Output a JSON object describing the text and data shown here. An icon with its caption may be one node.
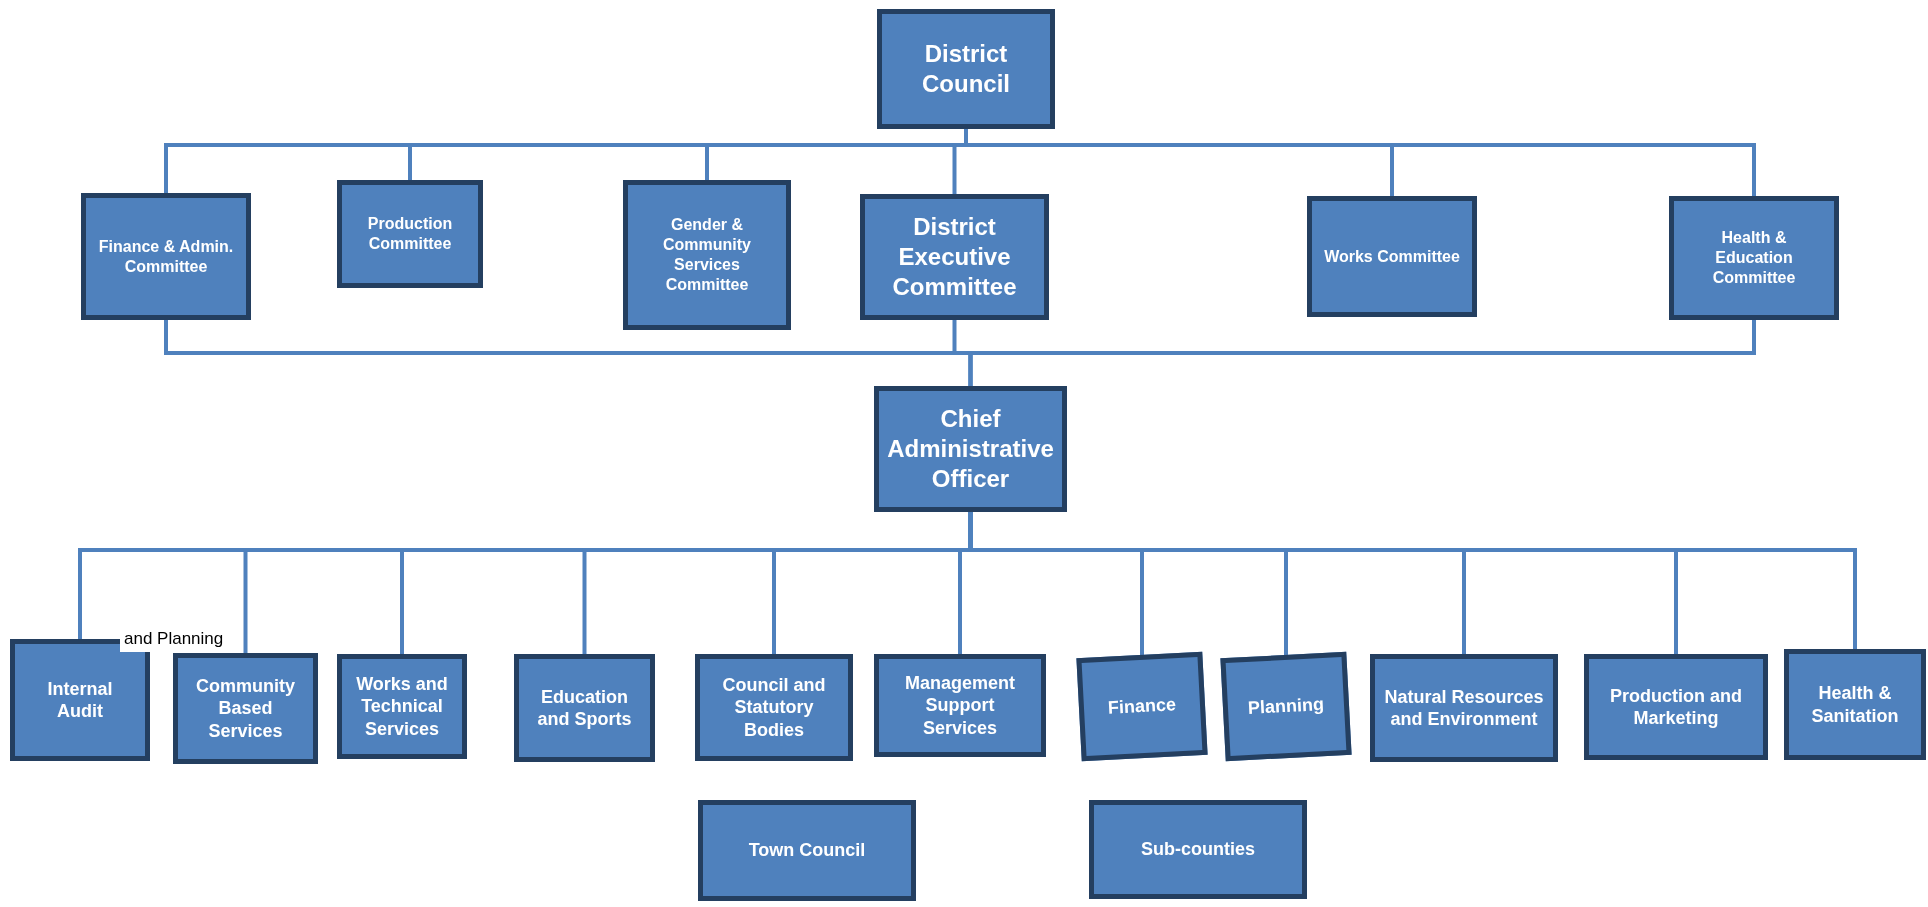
{
  "diagram": {
    "nodes": [
      {
        "text": [
          "District Council"
        ]
      },
      {
        "text": [
          "Finance & Admin. Committee"
        ]
      },
      {
        "text": [
          "Production Committee"
        ]
      },
      {
        "text": [
          "Gender & Community Services Committee"
        ]
      },
      {
        "text": [
          "District Executive Committee"
        ]
      },
      {
        "text": [
          "Works Committee"
        ]
      },
      {
        "text": [
          "Health & Education Committee"
        ]
      },
      {
        "text": [
          "Chief Administrative Officer"
        ]
      },
      {
        "text": [
          "Internal Audit"
        ]
      },
      {
        "text": [
          "Community Based Services"
        ]
      },
      {
        "text": [
          "Works and Technical Services"
        ]
      },
      {
        "text": [
          "Education and Sports"
        ]
      },
      {
        "text": [
          "Council and Statutory Bodies"
        ]
      },
      {
        "text": [
          "Management Support Services"
        ]
      },
      {
        "text": [
          "Finance"
        ]
      },
      {
        "text": [
          "Planning"
        ]
      },
      {
        "text": [
          "Natural Resources and Environment"
        ]
      },
      {
        "text": [
          "Production and Marketing"
        ]
      },
      {
        "text": [
          "Health & Sanitation"
        ]
      },
      {
        "text": [
          "Town Council"
        ]
      },
      {
        "text": [
          "Sub-counties"
        ]
      }
    ],
    "edges": [
      {
        "from": 0,
        "to": 1,
        "arrow": "none"
      },
      {
        "from": 0,
        "to": 2,
        "arrow": "none"
      },
      {
        "from": 0,
        "to": 3,
        "arrow": "none"
      },
      {
        "from": 0,
        "to": 4,
        "arrow": "none"
      },
      {
        "from": 0,
        "to": 5,
        "arrow": "none"
      },
      {
        "from": 0,
        "to": 6,
        "arrow": "none"
      },
      {
        "from": 4,
        "to": 7,
        "arrow": "none"
      },
      {
        "from": 1,
        "to": 7,
        "arrow": "none"
      },
      {
        "from": 6,
        "to": 7,
        "arrow": "none"
      },
      {
        "from": 7,
        "to": 8,
        "arrow": "none"
      },
      {
        "from": 7,
        "to": 9,
        "arrow": "none"
      },
      {
        "from": 7,
        "to": 10,
        "arrow": "none"
      },
      {
        "from": 7,
        "to": 11,
        "arrow": "none"
      },
      {
        "from": 7,
        "to": 12,
        "arrow": "none"
      },
      {
        "from": 7,
        "to": 13,
        "arrow": "none"
      },
      {
        "from": 7,
        "to": 14,
        "arrow": "none"
      },
      {
        "from": 7,
        "to": 15,
        "arrow": "none"
      },
      {
        "from": 7,
        "to": 16,
        "arrow": "none"
      },
      {
        "from": 7,
        "to": 17,
        "arrow": "none"
      },
      {
        "from": 7,
        "to": 18,
        "arrow": "none"
      }
    ],
    "labels": [
      "and Planning"
    ]
  }
}
